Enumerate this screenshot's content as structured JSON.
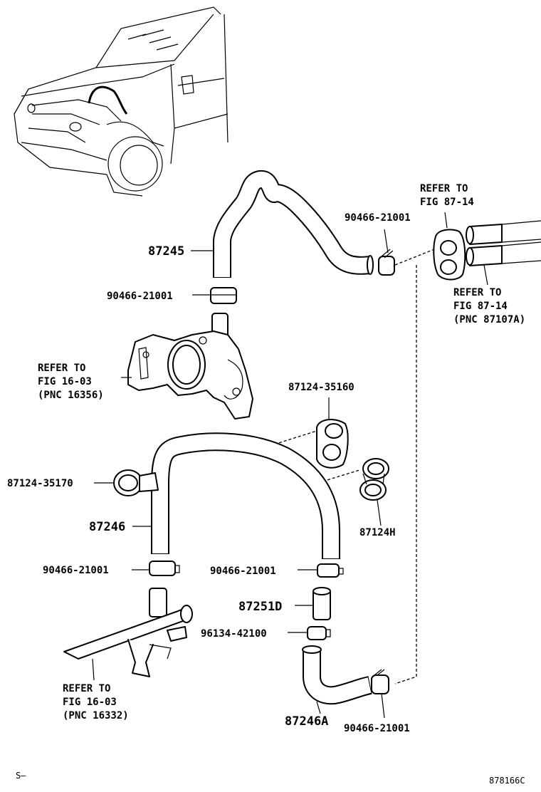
{
  "labels": {
    "hose_upper": "87245",
    "hose_middle": "87246",
    "hose_lower": "87246A",
    "connector": "87251D",
    "clamp_upper_left": "90466-21001",
    "clamp_upper_right": "90466-21001",
    "clamp_middle_left": "90466-21001",
    "clamp_middle_right": "90466-21001",
    "clamp_lower_right": "90466-21001",
    "clamp_small": "96134-42100",
    "hose_clamp_left": "87124-35170",
    "hose_clamp_right_upper": "87124-35160",
    "hose_clamp_right_lower": "87124H",
    "refer_upper_right": {
      "line1": "REFER TO",
      "line2": "FIG 87-14"
    },
    "refer_right": {
      "line1": "REFER TO",
      "line2": "FIG 87-14",
      "line3": "(PNC 87107A)"
    },
    "refer_left_housing": {
      "line1": "REFER TO",
      "line2": "FIG 16-03",
      "line3": "(PNC 16356)"
    },
    "refer_lower_pipe": {
      "line1": "REFER TO",
      "line2": "FIG 16-03",
      "line3": "(PNC 16332)"
    },
    "corner_left": "S–",
    "figure_code": "878166C"
  }
}
